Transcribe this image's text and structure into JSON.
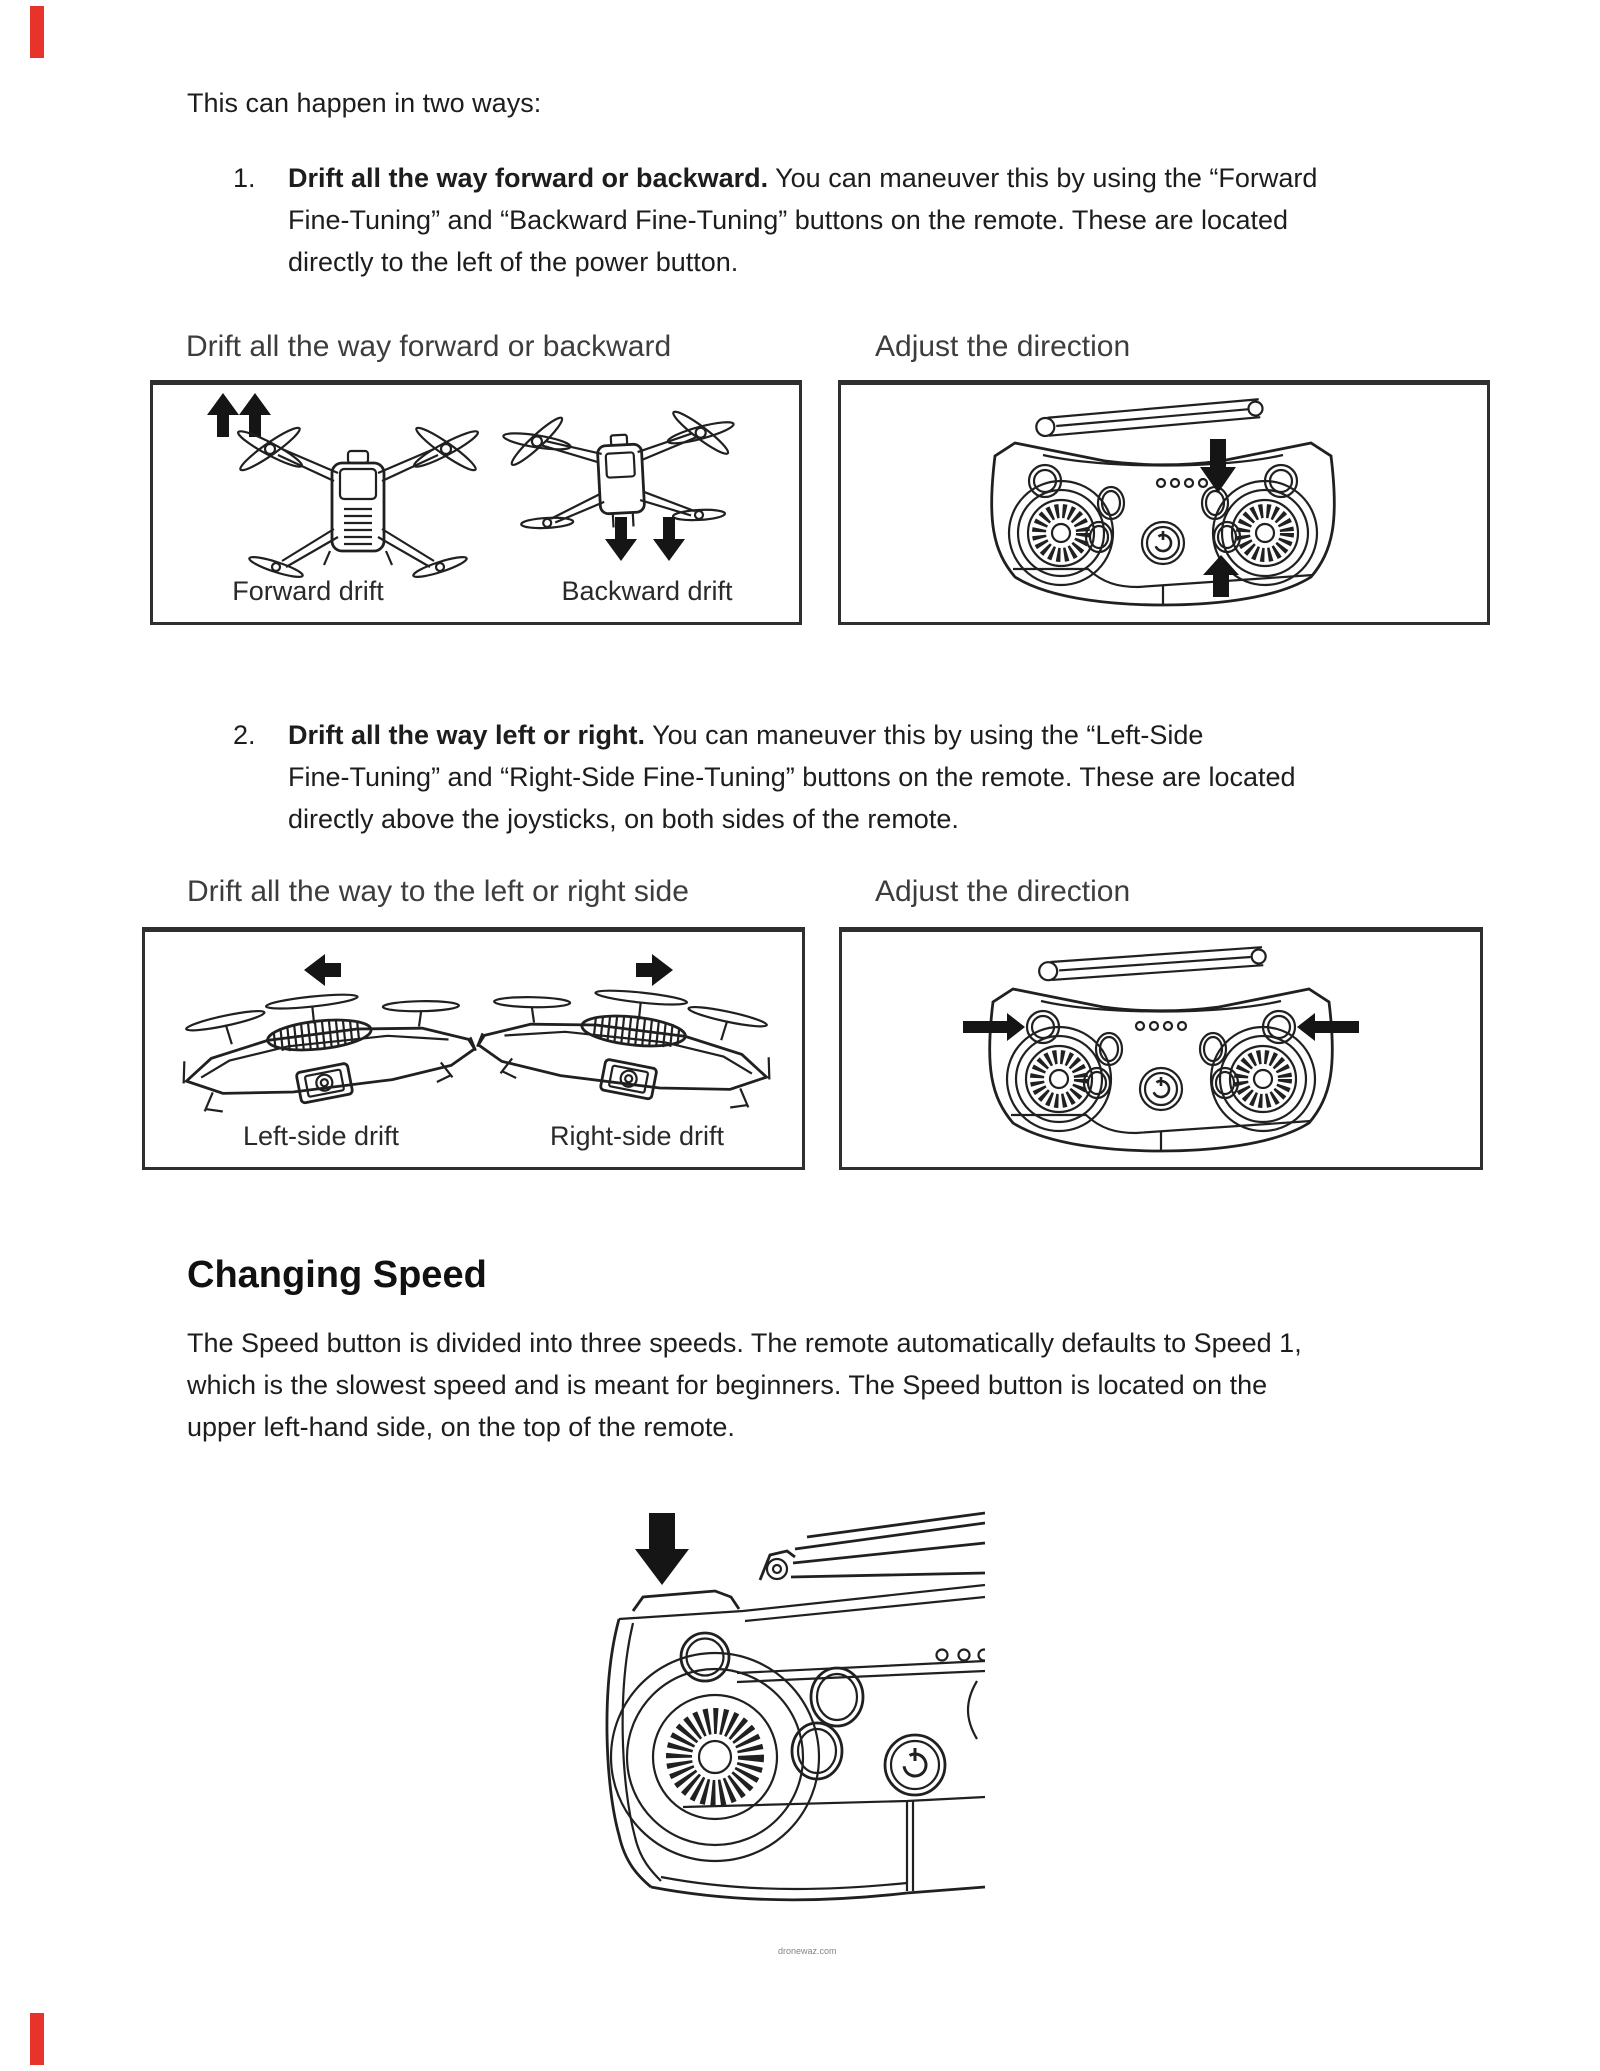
{
  "colors": {
    "accent_red": "#e8332a",
    "ink": "#1d1d1d",
    "caption_gray": "#3d3d3d"
  },
  "intro": "This can happen in two ways:",
  "list": [
    {
      "number": "1.",
      "bold": "Drift all the way forward or backward.",
      "line1_rest": "You can maneuver this by using the “Forward",
      "line2": "Fine-Tuning” and “Backward Fine-Tuning” buttons on the remote. These are located",
      "line3": "directly to the left of the power button."
    },
    {
      "number": "2.",
      "bold": "Drift all the way left or right.",
      "line1_rest": "You can maneuver this by using the “Left-Side",
      "line2": "Fine-Tuning” and “Right-Side Fine-Tuning” buttons on the remote. These are located",
      "line3": "directly above the joysticks, on both sides of the remote."
    }
  ],
  "figure1": {
    "caption_left": "Drift all the way forward or backward",
    "caption_right": "Adjust the direction",
    "label_left": "Forward drift",
    "label_right": "Backward drift"
  },
  "figure2": {
    "caption_left": "Drift all the way to the left or right side",
    "caption_right": "Adjust the direction",
    "label_left": "Left-side drift",
    "label_right": "Right-side drift"
  },
  "section": {
    "heading": "Changing Speed",
    "line1": "The Speed button is divided into three speeds. The remote automatically defaults to Speed 1,",
    "line2": "which is the slowest speed and is meant for beginners. The Speed button is located on the",
    "line3": "upper left-hand side, on the top of the remote."
  },
  "watermark": "dronewaz.com"
}
